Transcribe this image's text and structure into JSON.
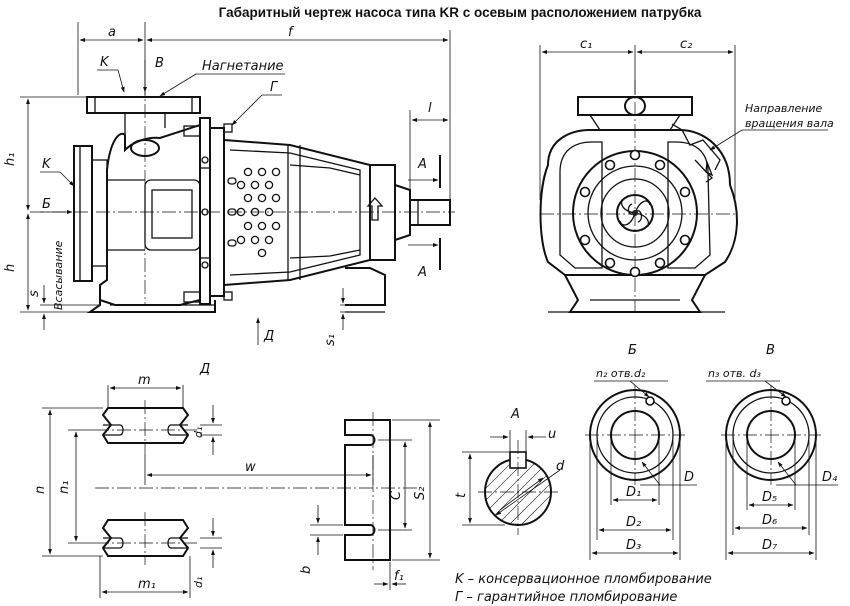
{
  "title": "Габаритный чертеж насоса типа KR с осевым расположением патрубка",
  "labels": {
    "a": "a",
    "f": "f",
    "K_top": "K",
    "B_top": "B",
    "nagnetanie": "Нагнетание",
    "G": "Г",
    "l": "l",
    "h1": "h₁",
    "K_side": "K",
    "B_left": "Б",
    "A_upper": "A",
    "A_lower": "A",
    "h": "h",
    "s": "s",
    "vsasyvanie": "Всасывание",
    "D_arrow": "Д",
    "s1": "s₁",
    "c1": "c₁",
    "c2": "c₂",
    "rotation_line1": "Направление",
    "rotation_line2": "вращения вала",
    "D_view": "Д",
    "m": "m",
    "d1_top": "d₁",
    "n": "n",
    "n1": "n₁",
    "w": "w",
    "C": "C",
    "S2": "S₂",
    "m1": "m₁",
    "d1_bot": "d₁",
    "b": "b",
    "f1": "f₁",
    "A_section": "A",
    "u": "u",
    "t": "t",
    "d": "d",
    "B_view": "Б",
    "n2": "n₂ отв.d₂",
    "D": "D",
    "D1": "D₁",
    "D2": "D₂",
    "D3": "D₃",
    "V_view": "В",
    "n3": "n₃ отв. d₃",
    "D4": "D₄",
    "D5": "D₅",
    "D6": "D₆",
    "D7": "D₇"
  },
  "notes": {
    "k_note": "K – консервационное пломбирование",
    "g_note": "Г – гарантийное пломбирование"
  }
}
